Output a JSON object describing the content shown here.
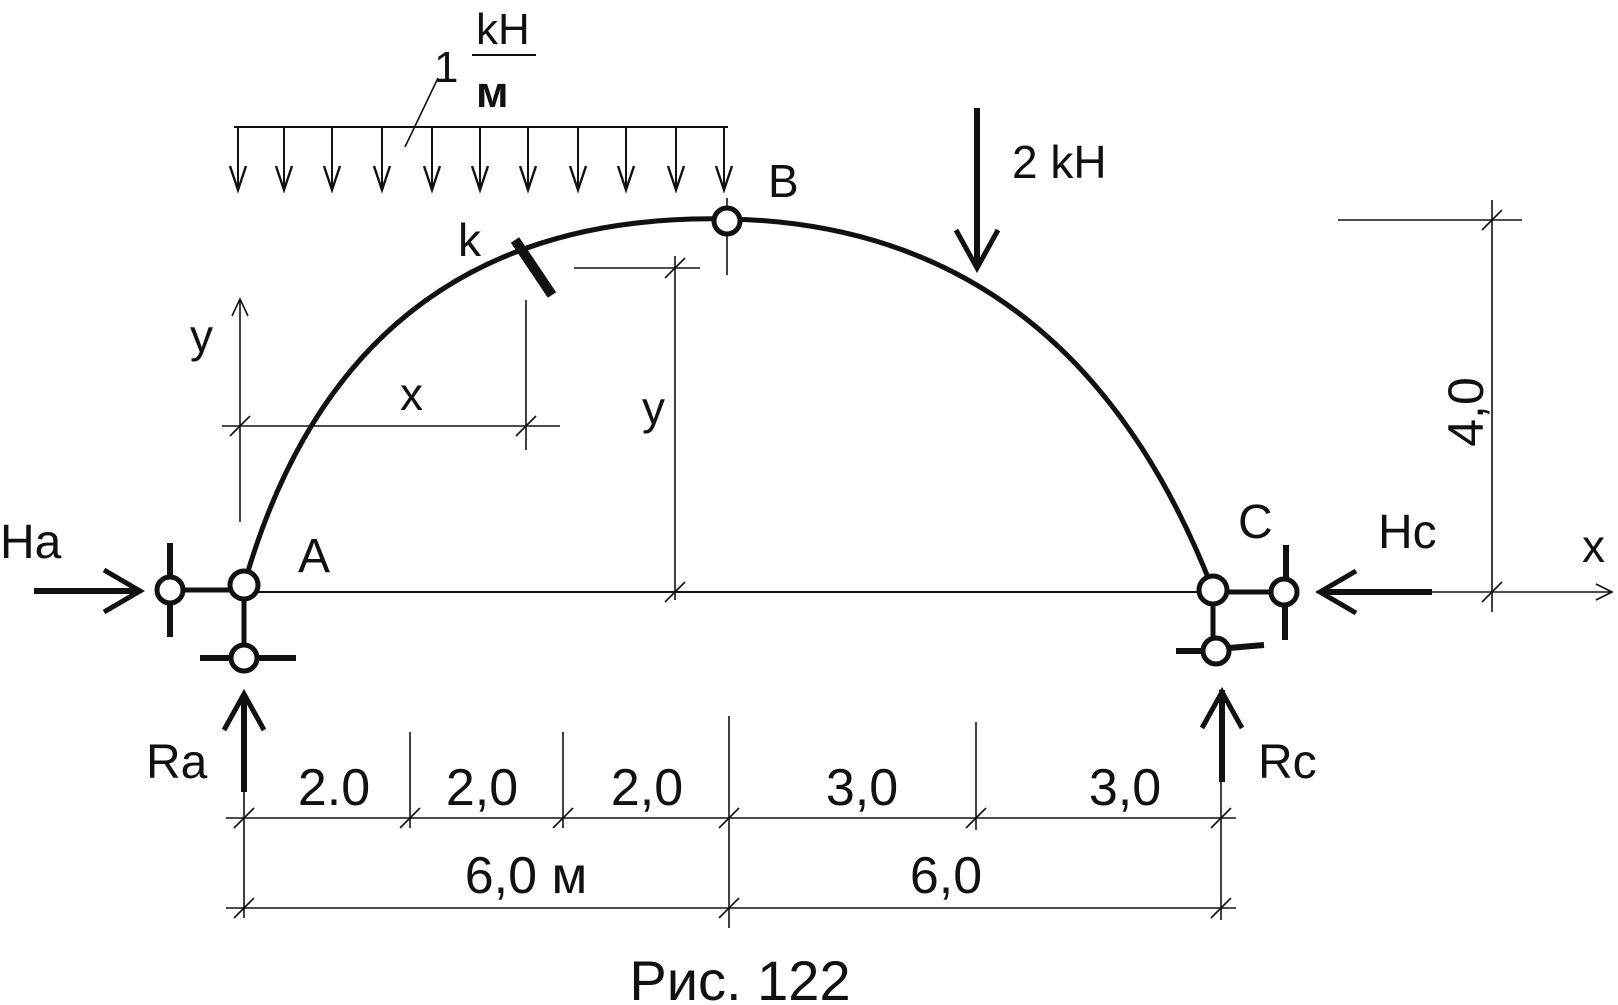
{
  "figure": {
    "caption": "Рис. 122"
  },
  "loads": {
    "distributed_value": "1",
    "distributed_unit_num": "kH",
    "distributed_unit_den": "м",
    "point_load": "2 kH"
  },
  "points": {
    "a": "A",
    "b": "B",
    "c": "C",
    "k": "k"
  },
  "reactions": {
    "ha": "Ha",
    "hc": "Hc",
    "ra": "Ra",
    "rc": "Rc"
  },
  "axes": {
    "x_axis": "x",
    "y_axis": "y",
    "x_coord": "x",
    "y_coord": "y"
  },
  "dimensions": {
    "height": "4,0",
    "segments": [
      "2.0",
      "2,0",
      "2,0",
      "3,0",
      "3,0"
    ],
    "left_half": "6,0 м",
    "right_half": "6,0"
  },
  "colors": {
    "ink": "#111111",
    "paper": "#ffffff"
  }
}
